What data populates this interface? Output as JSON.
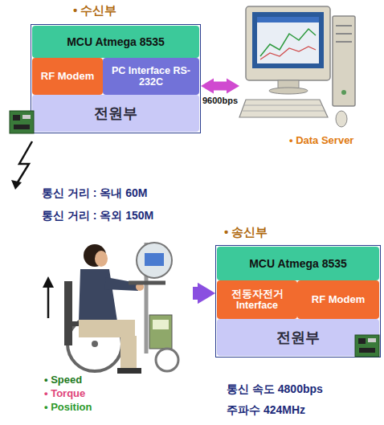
{
  "diagram": {
    "nodes": [
      {
        "text": [
          "• 수신부"
        ]
      },
      {
        "text": [
          "MCU Atmega 8535"
        ],
        "in": 0
      },
      {
        "text": [
          "RF Modem"
        ],
        "in": 0
      },
      {
        "text": [
          "PC Interface RS-232C"
        ],
        "in": 0
      },
      {
        "text": [
          "전원부"
        ],
        "in": 0
      },
      {
        "text": [
          "• Data Server"
        ]
      },
      {
        "text": [
          "• 송신부"
        ]
      },
      {
        "text": [
          "MCU Atmega 8535"
        ],
        "in": 6
      },
      {
        "text": [
          "전동자전거 Interface"
        ],
        "in": 6
      },
      {
        "text": [
          "RF Modem"
        ],
        "in": 6
      },
      {
        "text": [
          "전원부"
        ],
        "in": 6
      },
      {
        "text": [
          "• Speed",
          "• Torque",
          "• Position"
        ]
      }
    ],
    "edges": [
      {
        "from": 0,
        "to": 5,
        "arrow": "both",
        "label": "9600bps"
      },
      {
        "from": 11,
        "to": 6,
        "arrow": "to"
      }
    ],
    "labels": [
      "통신 거리 : 옥내 60M",
      "통신 거리 : 옥외 150M",
      "통신 속도 4800bps",
      "주파수 424MHz"
    ]
  }
}
